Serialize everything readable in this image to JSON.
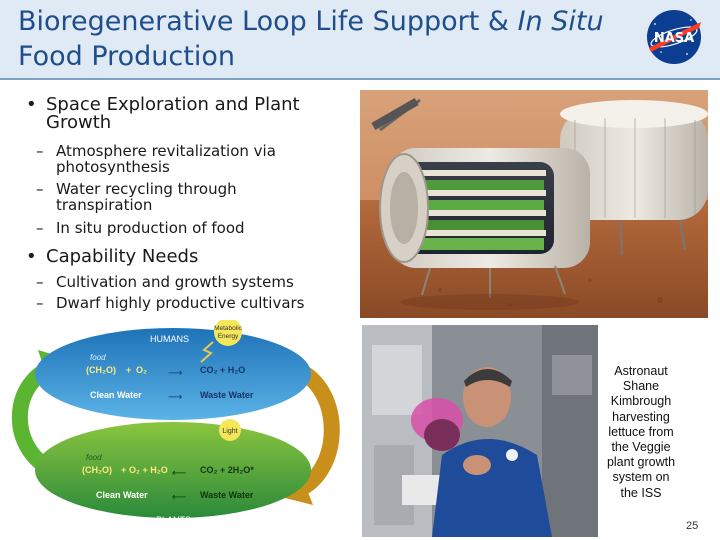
{
  "title": {
    "part1": "Bioregenerative Loop Life Support & ",
    "italic1": "In Situ",
    "part2": " Food Production"
  },
  "logo": {
    "icon": "nasa-meatball-icon",
    "text": "NASA"
  },
  "bullets": {
    "b1": {
      "line1": "Space Exploration and Plant",
      "line2": "Growth"
    },
    "b1_subs": [
      {
        "line1": "Atmosphere revitalization via",
        "line2": "photosynthesis"
      },
      {
        "line1": "Water recycling through",
        "line2": "transpiration"
      },
      {
        "line1": "In situ production of food",
        "line2": ""
      }
    ],
    "b2": {
      "line1": "Capability Needs"
    },
    "b2_subs": [
      {
        "line1": "Cultivation and growth systems"
      },
      {
        "line1": "Dwarf highly productive cultivars"
      }
    ]
  },
  "diagram": {
    "humans": "HUMANS",
    "plants": "PLANTS",
    "metabolic_energy": {
      "line1": "Metabolic",
      "line2": "Energy"
    },
    "light": "Light",
    "top_food": "food",
    "top_ch2o": "(CH₂O)",
    "top_plus": "+",
    "top_o2": "O₂",
    "top_co2": "CO₂  +  H₂O",
    "top_clean": "Clean Water",
    "top_waste": "Waste Water",
    "bot_food": "food",
    "bot_ch2o": "(CH₂O)",
    "bot_plus": "+",
    "bot_o2": "O₂ + H₂O",
    "bot_co2": "CO₂  +  2H₂O*",
    "bot_clean": "Clean Water",
    "bot_waste": "Waste Water"
  },
  "caption": {
    "lines": [
      "Astronaut",
      "Shane",
      "Kimbrough",
      "harvesting",
      "lettuce from",
      "the Veggie",
      "plant growth",
      "system on",
      "the ISS"
    ]
  },
  "page_number": "25",
  "colors": {
    "title_text": "#1f4e8c",
    "title_band": "#dfeaf5",
    "accent_rule": "#7f9fc4",
    "nasa_blue": "#0b3d91",
    "nasa_red": "#fc3d21"
  }
}
